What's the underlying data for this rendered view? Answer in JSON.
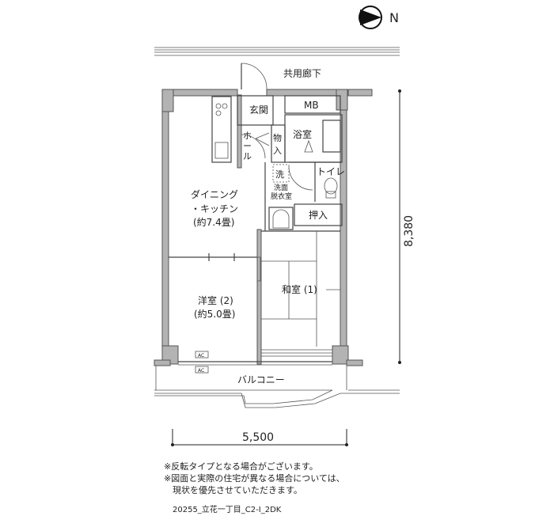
{
  "plan": {
    "north_label": "N",
    "rooms": {
      "corridor": "共用廊下",
      "entrance": "玄関",
      "mb": "MB",
      "hall_1": "ホ",
      "hall_2": "ー",
      "hall_3": "ル",
      "storage_1": "物",
      "storage_2": "入",
      "bathroom": "浴室",
      "washer": "洗",
      "washroom_1": "洗面",
      "washroom_2": "脱衣室",
      "toilet": "トイレ",
      "closet": "押入",
      "dk_1": "ダイニング",
      "dk_2": "・キッチン",
      "dk_3": "(約7.4畳)",
      "japanese_room": "和室 (1)",
      "western_room_1": "洋室 (2)",
      "western_room_2": "(約5.0畳)",
      "balcony": "バルコニー",
      "ac_1": "AC",
      "ac_2": "AC"
    },
    "dimensions": {
      "depth": "8,380",
      "width": "5,500"
    }
  },
  "notes": [
    "※反転タイプとなる場合がございます。",
    "※図面と実際の住宅が異なる場合については、",
    "　現状を優先させていただきます。"
  ],
  "plan_code": "20255_立花一丁目_C2-I_2DK"
}
